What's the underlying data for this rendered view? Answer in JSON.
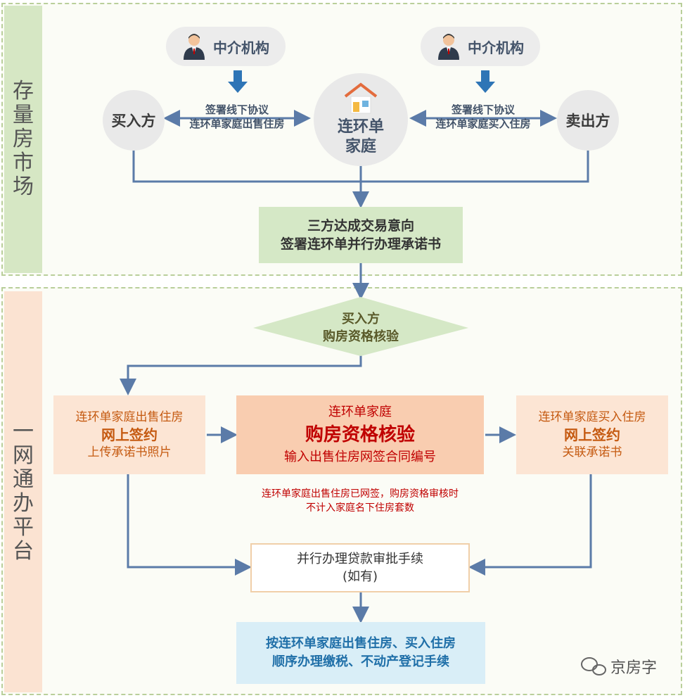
{
  "sections": {
    "market": {
      "label": [
        "存",
        "量",
        "房",
        "市",
        "场"
      ]
    },
    "platform": {
      "label": [
        "一",
        "网",
        "通",
        "办",
        "平",
        "台"
      ]
    }
  },
  "agency_left": "中介机构",
  "agency_right": "中介机构",
  "buyer": "买入方",
  "seller": "卖出方",
  "center": {
    "line1": "连环单",
    "line2": "家庭"
  },
  "left_link": {
    "line1": "签署线下协议",
    "line2": "连环单家庭出售住房"
  },
  "right_link": {
    "line1": "签署线下协议",
    "line2": "连环单家庭买入住房"
  },
  "agreement": {
    "line1": "三方达成交易意向",
    "line2": "签署连环单并行办理承诺书"
  },
  "decision": {
    "line1": "买入方",
    "line2": "购房资格核验"
  },
  "sell_online": {
    "line1": "连环单家庭出售住房",
    "line2": "网上签约",
    "line3": "上传承诺书照片"
  },
  "main_check": {
    "line1": "连环单家庭",
    "line2": "购房资格核验",
    "line3": "输入出售住房网签合同编号"
  },
  "buy_online": {
    "line1": "连环单家庭买入住房",
    "line2": "网上签约",
    "line3": "关联承诺书"
  },
  "note": {
    "line1": "连环单家庭出售住房已网签，购房资格审核时",
    "line2": "不计入家庭名下住房套数"
  },
  "loan": {
    "line1": "并行办理贷款审批手续",
    "line2": "(如有)"
  },
  "final": {
    "line1": "按连环单家庭出售住房、买入住房",
    "line2": "顺序办理缴税、不动产登记手续"
  },
  "watermark": "京房字",
  "colors": {
    "arrow": "#5b7ba8",
    "down_arrow": "#2e75b6",
    "green": "#d5e8c6",
    "peach": "#fce5d4",
    "main": "#f9cdb0",
    "blue_box": "#d9eef7"
  }
}
